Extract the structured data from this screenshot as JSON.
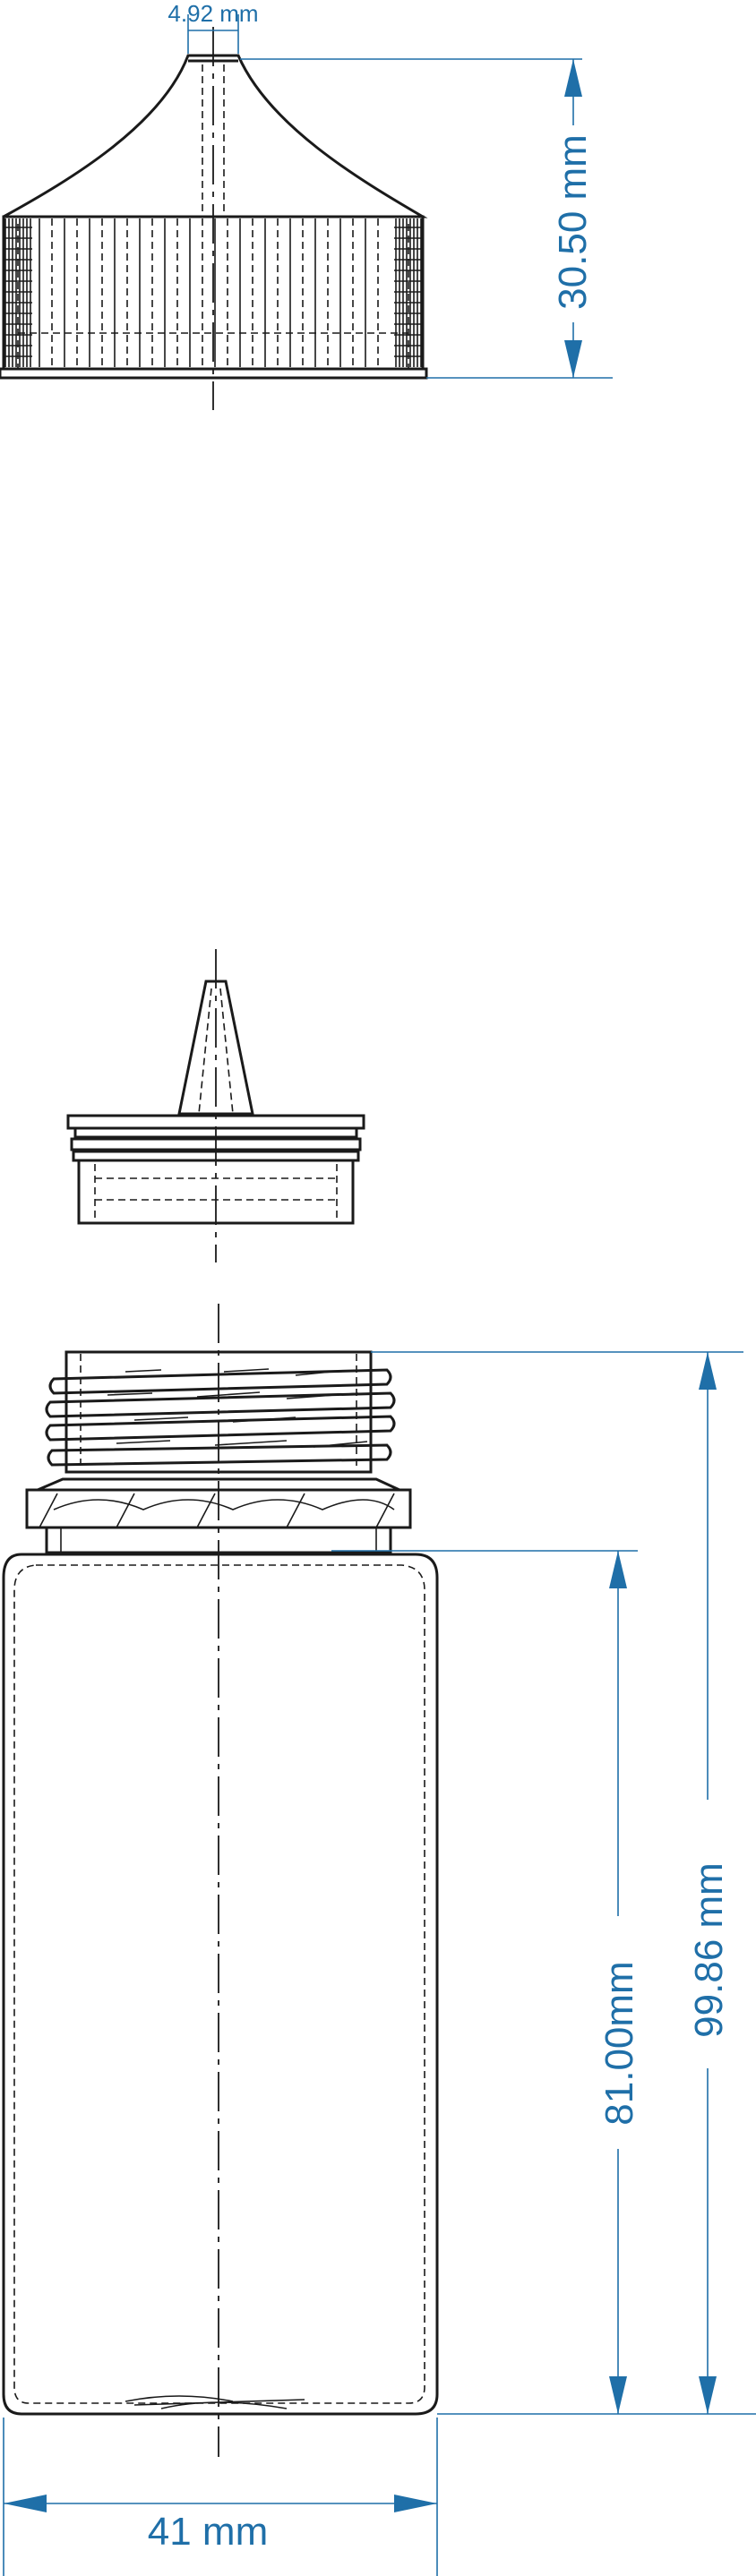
{
  "dimensions": {
    "nozzle_tip_width": "4.92 mm",
    "cap_height": "30.50 mm",
    "body_height": "81.00mm",
    "total_height": "99.86 mm",
    "bottle_diameter": "41 mm"
  },
  "colors": {
    "dimension": "#1f6fa8",
    "line": "#1a1a1a"
  }
}
